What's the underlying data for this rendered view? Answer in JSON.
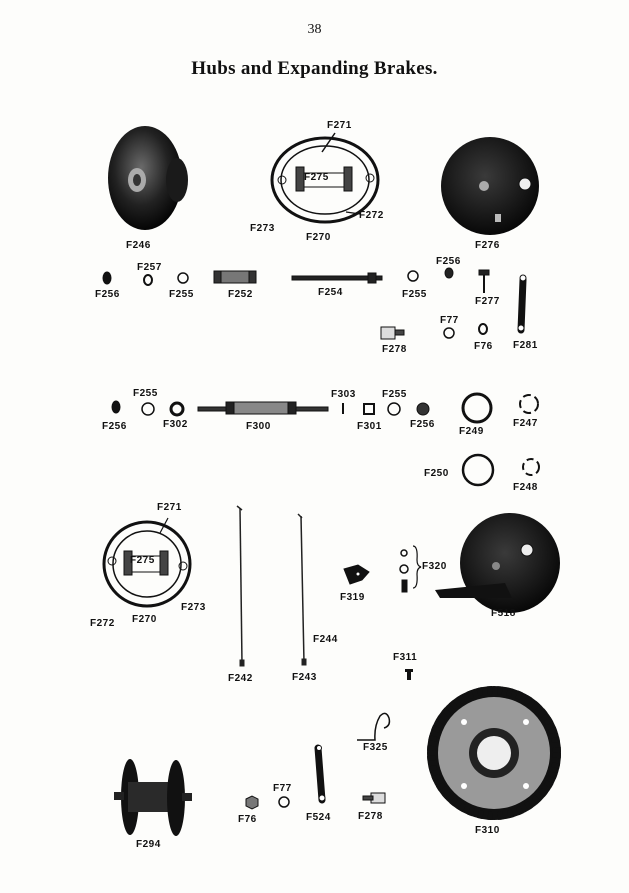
{
  "page": {
    "number": "38",
    "title": "Hubs and Expanding Brakes."
  },
  "labels": {
    "F271a": "F271",
    "F275a": "F275",
    "F272a": "F272",
    "F273a": "F273",
    "F270a": "F270",
    "F246": "F246",
    "F276": "F276",
    "F256a": "F256",
    "F257": "F257",
    "F255a": "F255",
    "F252": "F252",
    "F254": "F254",
    "F255b": "F255",
    "F256b": "F256",
    "F277": "F277",
    "F278a": "F278",
    "F77a": "F77",
    "F76a": "F76",
    "F281": "F281",
    "F255c": "F255",
    "F256c": "F256",
    "F302": "F302",
    "F300": "F300",
    "F303": "F303",
    "F255d": "F255",
    "F301": "F301",
    "F256d": "F256",
    "F249": "F249",
    "F247": "F247",
    "F250": "F250",
    "F248": "F248",
    "F271b": "F271",
    "F275b": "F275",
    "F272b": "F272",
    "F270b": "F270",
    "F273b": "F273",
    "F242": "F242",
    "F243": "F243",
    "F244": "F244",
    "F319": "F319",
    "F320": "F320",
    "F518": "F518",
    "F311": "F311",
    "F325": "F325",
    "F294": "F294",
    "F76b": "F76",
    "F77b": "F77",
    "F524": "F524",
    "F278b": "F278",
    "F310": "F310"
  }
}
